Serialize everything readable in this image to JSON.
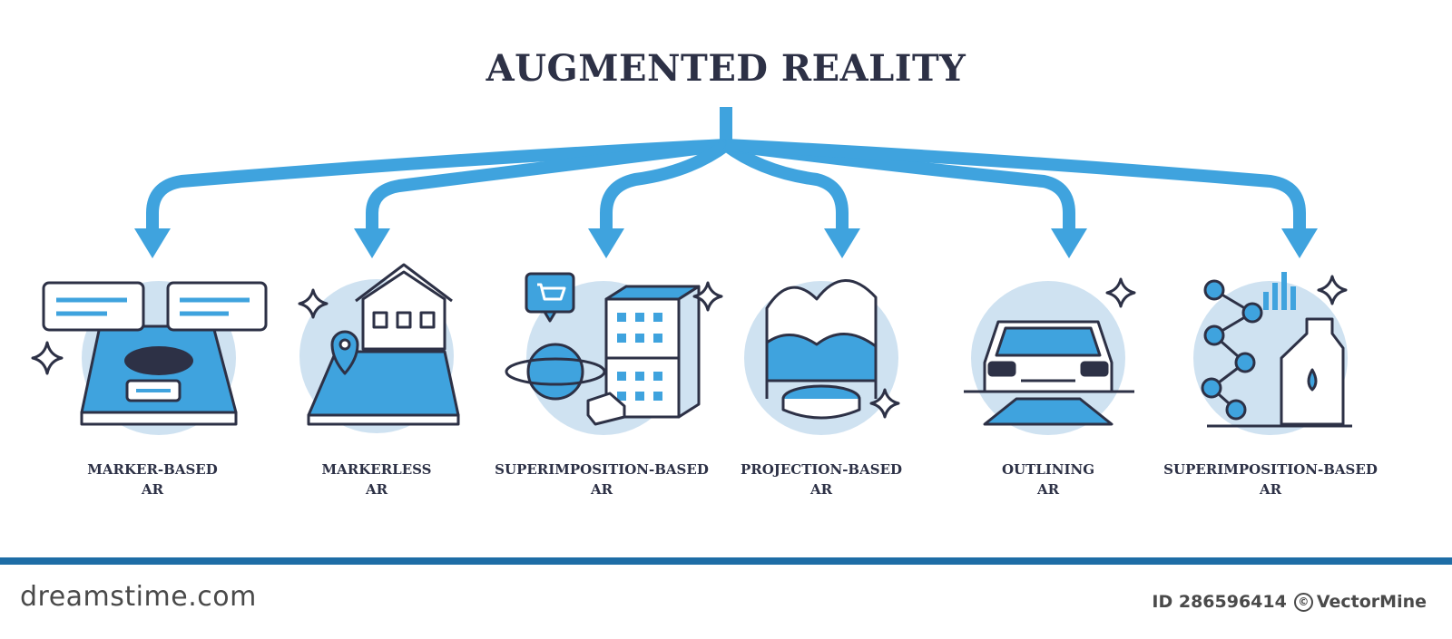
{
  "title": "AUGMENTED REALITY",
  "types": [
    {
      "line1": "MARKER-BASED",
      "line2": "AR",
      "icon": "phone-marker-icon"
    },
    {
      "line1": "MARKERLESS",
      "line2": "AR",
      "icon": "house-map-icon"
    },
    {
      "line1": "SUPERIMPOSITION-BASED",
      "line2": "AR",
      "icon": "globe-building-icon"
    },
    {
      "line1": "PROJECTION-BASED",
      "line2": "AR",
      "icon": "terrain-projection-icon"
    },
    {
      "line1": "OUTLINING",
      "line2": "AR",
      "icon": "car-road-icon"
    },
    {
      "line1": "SUPERIMPOSITION-BASED",
      "line2": "AR",
      "icon": "molecule-bottle-icon"
    }
  ],
  "colors": {
    "accent": "#3fa3de",
    "light": "#cfe2f1",
    "dark": "#2d3146",
    "footer_bar": "#1e6da6"
  },
  "footer": {
    "brand": "dreamstime.com",
    "id_text": "ID 286596414",
    "author": "VectorMine"
  }
}
